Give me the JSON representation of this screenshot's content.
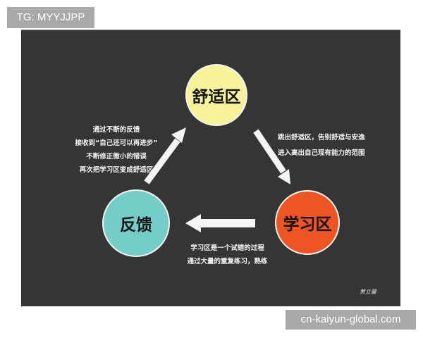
{
  "watermarks": {
    "top_left": "TG: MYYJJPP",
    "bottom_right": "cn-kaiyun-global.com"
  },
  "diagram": {
    "background_color": "#353535",
    "nodes": [
      {
        "id": "comfort",
        "label": "舒适区",
        "color": "#f7f39a"
      },
      {
        "id": "feedback",
        "label": "反馈",
        "color": "#74cdc8"
      },
      {
        "id": "learning",
        "label": "学习区",
        "color": "#ed5524"
      }
    ],
    "edges": [
      {
        "from": "comfort",
        "to": "learning",
        "direction": "down-right"
      },
      {
        "from": "learning",
        "to": "feedback",
        "direction": "left"
      },
      {
        "from": "feedback",
        "to": "comfort",
        "direction": "up-right"
      }
    ],
    "captions": {
      "feedback_to_comfort": [
        "通过不断的反馈",
        "接收到“自己还可以再进步”",
        "不断修正微小的错误",
        "再次把学习区变成舒适区"
      ],
      "comfort_to_learning": [
        "跳出舒适区，告别舒适与安逸",
        "进入高出自己现有能力的范围"
      ],
      "learning_to_feedback": [
        "学习区是一个试错的过程",
        "通过大量的重复练习，熟练"
      ]
    },
    "signature": "黄立馨"
  }
}
